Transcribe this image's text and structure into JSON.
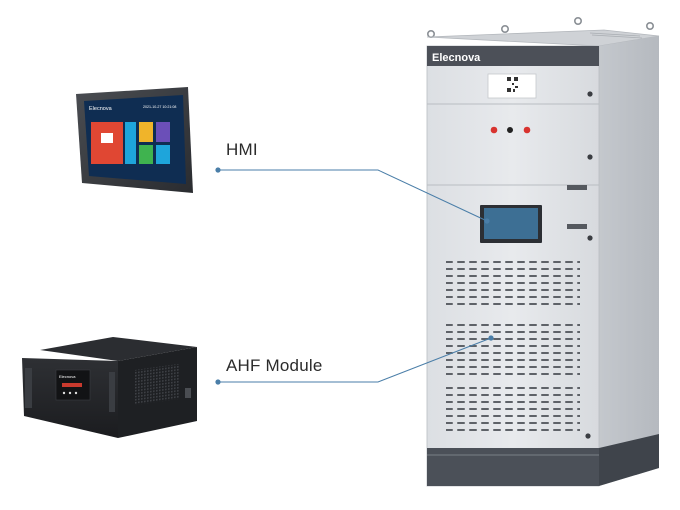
{
  "labels": {
    "hmi": "HMI",
    "ahf_module": "AHF Module"
  },
  "brand": {
    "name": "Elecnova"
  },
  "hmi_screen": {
    "brand": "Elecnova",
    "datetime": "2021-10-27 10:21:08"
  },
  "colors": {
    "callout_line": "#4a7ea8",
    "cabinet": "#e4e6e9",
    "cabinet_base": "#4b5058",
    "label_text": "#2b2b2b"
  }
}
